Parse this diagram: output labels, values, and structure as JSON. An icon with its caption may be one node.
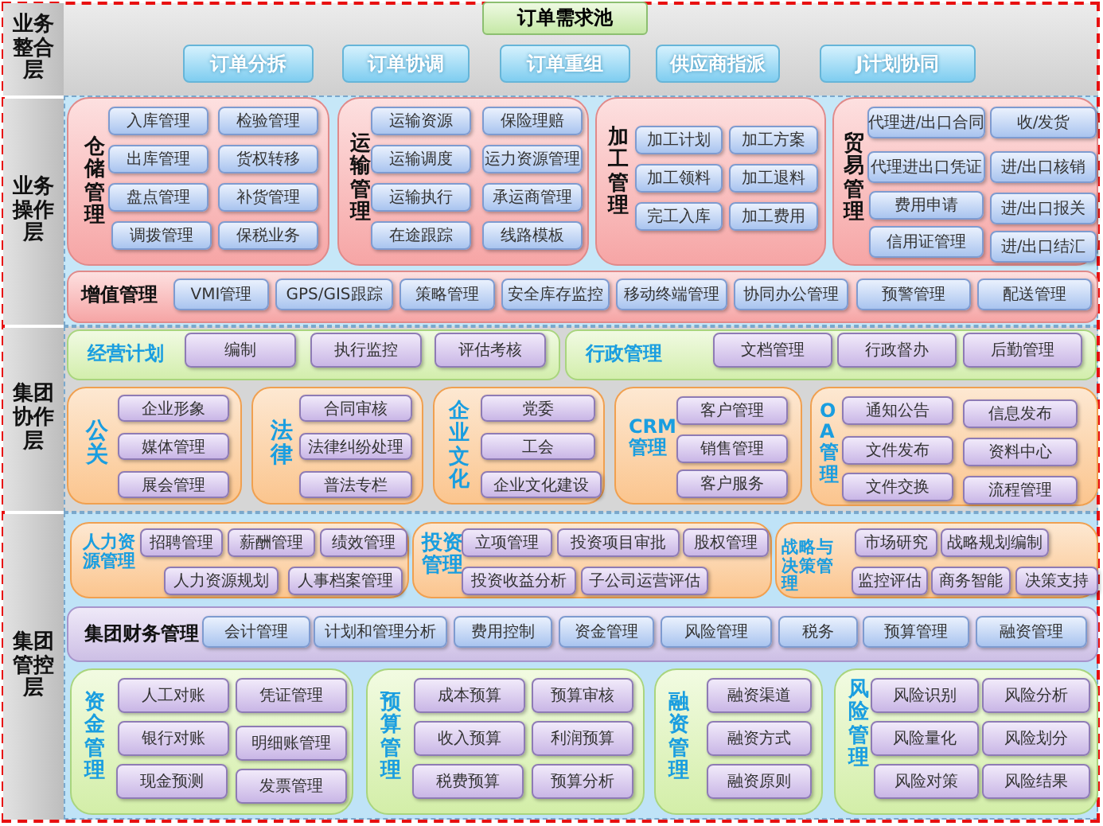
{
  "diagram": {
    "nodes": [
      {
        "text": [
          "业务整合层"
        ]
      },
      {
        "text": [
          "业务操作层"
        ]
      },
      {
        "text": [
          "集团协作层"
        ]
      },
      {
        "text": [
          "集团管控层"
        ]
      },
      {
        "text": [
          "订单需求池"
        ]
      },
      {
        "text": [
          "订单分拆"
        ]
      },
      {
        "text": [
          "订单协调"
        ]
      },
      {
        "text": [
          "订单重组"
        ]
      },
      {
        "text": [
          "供应商指派"
        ]
      },
      {
        "text": [
          "J计划协同"
        ]
      },
      {
        "text": [
          "仓储管理"
        ]
      },
      {
        "text": [
          "入库管理"
        ],
        "in": 10
      },
      {
        "text": [
          "检验管理"
        ],
        "in": 10
      },
      {
        "text": [
          "出库管理"
        ],
        "in": 10
      },
      {
        "text": [
          "货权转移"
        ],
        "in": 10
      },
      {
        "text": [
          "盘点管理"
        ],
        "in": 10
      },
      {
        "text": [
          "补货管理"
        ],
        "in": 10
      },
      {
        "text": [
          "调拨管理"
        ],
        "in": 10
      },
      {
        "text": [
          "保税业务"
        ],
        "in": 10
      },
      {
        "text": [
          "运输管理"
        ]
      },
      {
        "text": [
          "运输资源"
        ],
        "in": 19
      },
      {
        "text": [
          "保险理赔"
        ],
        "in": 19
      },
      {
        "text": [
          "运输调度"
        ],
        "in": 19
      },
      {
        "text": [
          "运力资源管理"
        ],
        "in": 19
      },
      {
        "text": [
          "运输执行"
        ],
        "in": 19
      },
      {
        "text": [
          "承运商管理"
        ],
        "in": 19
      },
      {
        "text": [
          "在途跟踪"
        ],
        "in": 19
      },
      {
        "text": [
          "线路模板"
        ],
        "in": 19
      },
      {
        "text": [
          "加工管理"
        ]
      },
      {
        "text": [
          "加工计划"
        ],
        "in": 28
      },
      {
        "text": [
          "加工方案"
        ],
        "in": 28
      },
      {
        "text": [
          "加工领料"
        ],
        "in": 28
      },
      {
        "text": [
          "加工退料"
        ],
        "in": 28
      },
      {
        "text": [
          "完工入库"
        ],
        "in": 28
      },
      {
        "text": [
          "加工费用"
        ],
        "in": 28
      },
      {
        "text": [
          "贸易管理"
        ]
      },
      {
        "text": [
          "代理进/出口合同"
        ],
        "in": 35
      },
      {
        "text": [
          "收/发货"
        ],
        "in": 35
      },
      {
        "text": [
          "代理进出口凭证"
        ],
        "in": 35
      },
      {
        "text": [
          "进/出口核销"
        ],
        "in": 35
      },
      {
        "text": [
          "费用申请"
        ],
        "in": 35
      },
      {
        "text": [
          "进/出口报关"
        ],
        "in": 35
      },
      {
        "text": [
          "信用证管理"
        ],
        "in": 35
      },
      {
        "text": [
          "进/出口结汇"
        ],
        "in": 35
      },
      {
        "text": [
          "增值管理"
        ]
      },
      {
        "text": [
          "VMI管理"
        ],
        "in": 44
      },
      {
        "text": [
          "GPS/GIS跟踪"
        ],
        "in": 44
      },
      {
        "text": [
          "策略管理"
        ],
        "in": 44
      },
      {
        "text": [
          "安全库存监控"
        ],
        "in": 44
      },
      {
        "text": [
          "移动终端管理"
        ],
        "in": 44
      },
      {
        "text": [
          "协同办公管理"
        ],
        "in": 44
      },
      {
        "text": [
          "预警管理"
        ],
        "in": 44
      },
      {
        "text": [
          "配送管理"
        ],
        "in": 44
      },
      {
        "text": [
          "经营计划"
        ]
      },
      {
        "text": [
          "编制"
        ],
        "in": 53
      },
      {
        "text": [
          "执行监控"
        ],
        "in": 53
      },
      {
        "text": [
          "评估考核"
        ],
        "in": 53
      },
      {
        "text": [
          "行政管理"
        ]
      },
      {
        "text": [
          "文档管理"
        ],
        "in": 57
      },
      {
        "text": [
          "行政督办"
        ],
        "in": 57
      },
      {
        "text": [
          "后勤管理"
        ],
        "in": 57
      },
      {
        "text": [
          "公关"
        ]
      },
      {
        "text": [
          "企业形象"
        ],
        "in": 61
      },
      {
        "text": [
          "媒体管理"
        ],
        "in": 61
      },
      {
        "text": [
          "展会管理"
        ],
        "in": 61
      },
      {
        "text": [
          "法律"
        ]
      },
      {
        "text": [
          "合同审核"
        ],
        "in": 65
      },
      {
        "text": [
          "法律纠纷处理"
        ],
        "in": 65
      },
      {
        "text": [
          "普法专栏"
        ],
        "in": 65
      },
      {
        "text": [
          "企业文化"
        ]
      },
      {
        "text": [
          "党委"
        ],
        "in": 69
      },
      {
        "text": [
          "工会"
        ],
        "in": 69
      },
      {
        "text": [
          "企业文化建设"
        ],
        "in": 69
      },
      {
        "text": [
          "CRM管理"
        ]
      },
      {
        "text": [
          "客户管理"
        ],
        "in": 73
      },
      {
        "text": [
          "销售管理"
        ],
        "in": 73
      },
      {
        "text": [
          "客户服务"
        ],
        "in": 73
      },
      {
        "text": [
          "OA管理"
        ]
      },
      {
        "text": [
          "通知公告"
        ],
        "in": 77
      },
      {
        "text": [
          "信息发布"
        ],
        "in": 77
      },
      {
        "text": [
          "文件发布"
        ],
        "in": 77
      },
      {
        "text": [
          "资料中心"
        ],
        "in": 77
      },
      {
        "text": [
          "文件交换"
        ],
        "in": 77
      },
      {
        "text": [
          "流程管理"
        ],
        "in": 77
      },
      {
        "text": [
          "人力资源管理"
        ]
      },
      {
        "text": [
          "招聘管理"
        ],
        "in": 84
      },
      {
        "text": [
          "薪酬管理"
        ],
        "in": 84
      },
      {
        "text": [
          "绩效管理"
        ],
        "in": 84
      },
      {
        "text": [
          "人力资源规划"
        ],
        "in": 84
      },
      {
        "text": [
          "人事档案管理"
        ],
        "in": 84
      },
      {
        "text": [
          "投资管理"
        ]
      },
      {
        "text": [
          "立项管理"
        ],
        "in": 90
      },
      {
        "text": [
          "投资项目审批"
        ],
        "in": 90
      },
      {
        "text": [
          "股权管理"
        ],
        "in": 90
      },
      {
        "text": [
          "投资收益分析"
        ],
        "in": 90
      },
      {
        "text": [
          "子公司运营评估"
        ],
        "in": 90
      },
      {
        "text": [
          "战略与决策管理"
        ]
      },
      {
        "text": [
          "市场研究"
        ],
        "in": 96
      },
      {
        "text": [
          "战略规划编制"
        ],
        "in": 96
      },
      {
        "text": [
          "监控评估"
        ],
        "in": 96
      },
      {
        "text": [
          "商务智能"
        ],
        "in": 96
      },
      {
        "text": [
          "决策支持"
        ],
        "in": 96
      },
      {
        "text": [
          "集团财务管理"
        ]
      },
      {
        "text": [
          "会计管理"
        ],
        "in": 102
      },
      {
        "text": [
          "计划和管理分析"
        ],
        "in": 102
      },
      {
        "text": [
          "费用控制"
        ],
        "in": 102
      },
      {
        "text": [
          "资金管理"
        ],
        "in": 102
      },
      {
        "text": [
          "风险管理"
        ],
        "in": 102
      },
      {
        "text": [
          "税务"
        ],
        "in": 102
      },
      {
        "text": [
          "预算管理"
        ],
        "in": 102
      },
      {
        "text": [
          "融资管理"
        ],
        "in": 102
      },
      {
        "text": [
          "资金管理"
        ]
      },
      {
        "text": [
          "人工对账"
        ],
        "in": 111
      },
      {
        "text": [
          "凭证管理"
        ],
        "in": 111
      },
      {
        "text": [
          "银行对账"
        ],
        "in": 111
      },
      {
        "text": [
          "明细账管理"
        ],
        "in": 111
      },
      {
        "text": [
          "现金预测"
        ],
        "in": 111
      },
      {
        "text": [
          "发票管理"
        ],
        "in": 111
      },
      {
        "text": [
          "预算管理"
        ]
      },
      {
        "text": [
          "成本预算"
        ],
        "in": 118
      },
      {
        "text": [
          "预算审核"
        ],
        "in": 118
      },
      {
        "text": [
          "收入预算"
        ],
        "in": 118
      },
      {
        "text": [
          "利润预算"
        ],
        "in": 118
      },
      {
        "text": [
          "税费预算"
        ],
        "in": 118
      },
      {
        "text": [
          "预算分析"
        ],
        "in": 118
      },
      {
        "text": [
          "融资管理"
        ]
      },
      {
        "text": [
          "融资渠道"
        ],
        "in": 125
      },
      {
        "text": [
          "融资方式"
        ],
        "in": 125
      },
      {
        "text": [
          "融资原则"
        ],
        "in": 125
      },
      {
        "text": [
          "风险管理"
        ]
      },
      {
        "text": [
          "风险识别"
        ],
        "in": 129
      },
      {
        "text": [
          "风险分析"
        ],
        "in": 129
      },
      {
        "text": [
          "风险量化"
        ],
        "in": 129
      },
      {
        "text": [
          "风险划分"
        ],
        "in": 129
      },
      {
        "text": [
          "风险对策"
        ],
        "in": 129
      },
      {
        "text": [
          "风险结果"
        ],
        "in": 129
      }
    ]
  }
}
